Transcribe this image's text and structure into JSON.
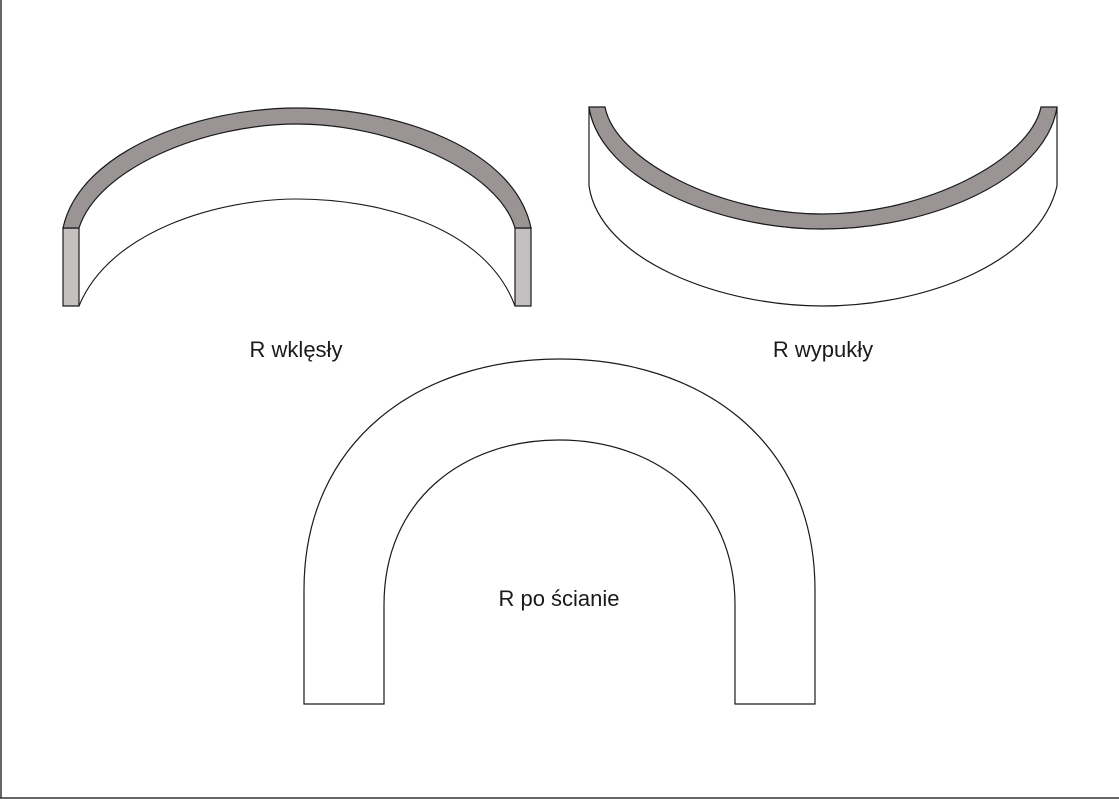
{
  "labels": {
    "concave": "R wklęsły",
    "convex": "R wypukły",
    "wall": "R po ścianie"
  },
  "colors": {
    "profile_fill": "#9a9494",
    "side_fill": "#c4c0c0",
    "line": "#1a1a1a",
    "background": "#ffffff"
  }
}
